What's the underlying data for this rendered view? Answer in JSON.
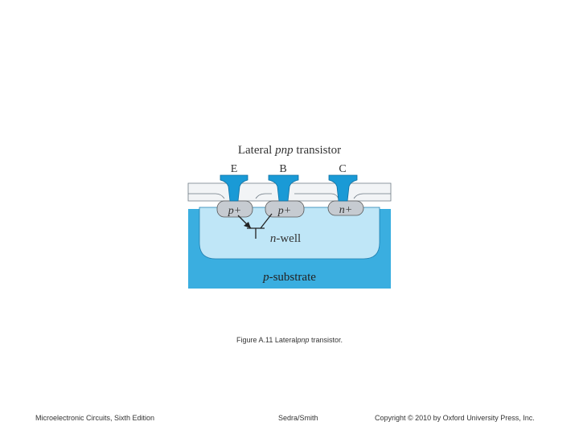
{
  "diagram": {
    "title_prefix": "Lateral ",
    "title_italic": "pnp",
    "title_suffix": " transistor",
    "terminals": {
      "emitter": "E",
      "base": "B",
      "collector": "C"
    },
    "regions": {
      "emitter_p": "p+",
      "base_p": "p+",
      "collector_n": "n+",
      "well_italic": "n",
      "well_rest": "-well",
      "substrate_italic": "p",
      "substrate_rest": "-substrate"
    },
    "colors": {
      "metal": "#1a9ad6",
      "substrate": "#3aaee0",
      "well": "#bfe6f7",
      "diffusion": "#c6cbd1",
      "oxide": "#f2f4f6"
    }
  },
  "caption": {
    "prefix": "Figure A.11 Lateral",
    "italic": "pnp",
    "suffix": " transistor."
  },
  "footer": {
    "left": "Microelectronic Circuits, Sixth Edition",
    "middle": "Sedra/Smith",
    "right": "Copyright © 2010 by Oxford University Press, Inc."
  }
}
